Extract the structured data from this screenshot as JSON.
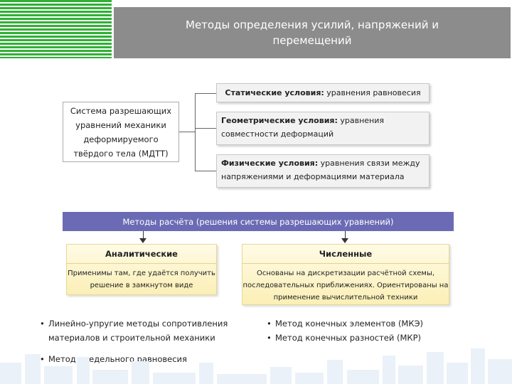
{
  "title": "Методы определения усилий, напряжений и перемещений",
  "system_box": "Система разрешающих уравнений механики деформируемого твёрдого тела (МДТТ)",
  "conditions": [
    {
      "bold": "Статические условия:",
      "text": " уравнения равновесия"
    },
    {
      "bold": "Геометрические условия:",
      "text": " уравнения совместности деформаций"
    },
    {
      "bold": "Физические условия:",
      "text": " уравнения связи между напряжениями и деформациями материала"
    }
  ],
  "methods_bar": "Методы расчёта (решения системы разрешающих уравнений)",
  "analytic": {
    "heading": "Аналитические",
    "desc": "Применимы там, где удаётся получить решение в замкнутом виде",
    "bullets": [
      "Линейно-упругие методы сопротивления материалов и строительной механики",
      "Метод предельного равновесия"
    ]
  },
  "numeric": {
    "heading": "Численные",
    "desc": "Основаны на дискретизации расчётной схемы, последовательных приближениях. Ориентированы на применение вычислительной техники",
    "bullets": [
      "Метод конечных элементов (МКЭ)",
      "Метод конечных разностей (МКР)"
    ]
  },
  "colors": {
    "stripe": "#2fb035",
    "title_bar": "#8c8c8c",
    "methods_bar": "#6b6bb5",
    "method_box": "#fbefb6"
  }
}
